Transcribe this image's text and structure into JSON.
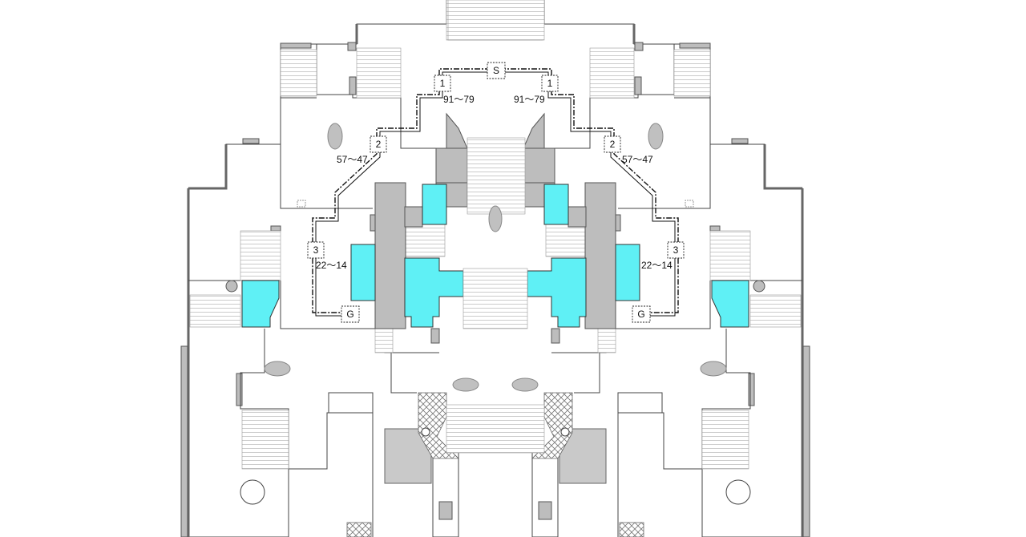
{
  "colors": {
    "walkable_highlight": "#5ff0f5",
    "obstacle": "#bdbdbd",
    "background": "#ffffff",
    "route": "#111111"
  },
  "markers": {
    "start": "S",
    "goal_left": "G",
    "goal_right": "G",
    "wp1_left": "1",
    "wp1_right": "1",
    "wp2_left": "2",
    "wp2_right": "2",
    "wp3_left": "3",
    "wp3_right": "3"
  },
  "ranges": {
    "r1_left": "91～79",
    "r1_right": "91～79",
    "r2_left": "57～47",
    "r2_right": "57～47",
    "r3_left": "22～14",
    "r3_right": "22～14"
  }
}
